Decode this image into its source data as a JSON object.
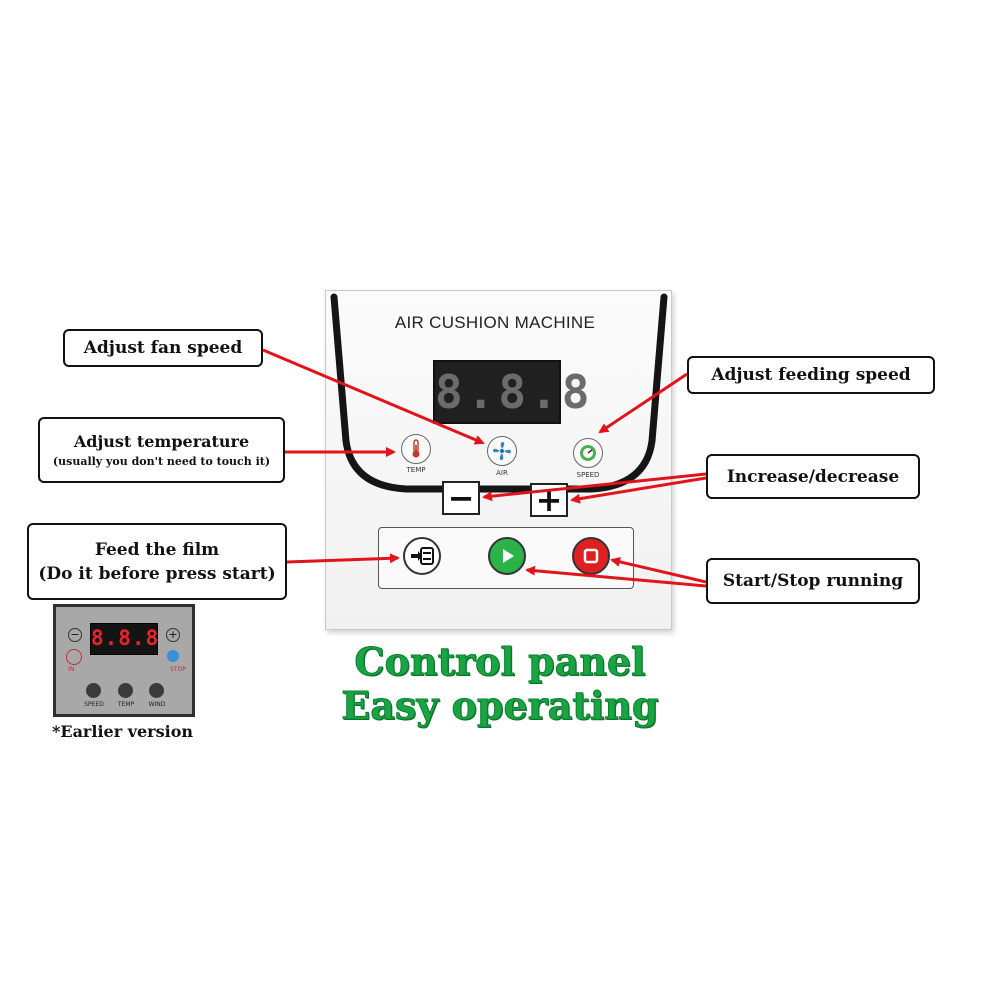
{
  "panel": {
    "title": "AIR CUSHION MACHINE",
    "display_value": "8.8.8",
    "knobs": [
      {
        "icon": "thermometer-icon",
        "label": "TEMP"
      },
      {
        "icon": "fan-icon",
        "label": "AIR"
      },
      {
        "icon": "speedometer-icon",
        "label": "SPEED"
      }
    ],
    "minus_symbol": "−",
    "plus_symbol": "+"
  },
  "callouts": {
    "fan_speed": "Adjust fan speed",
    "temperature": "Adjust temperature",
    "temperature_note": "(usually you don't need to touch it)",
    "feed_film": "Feed the film",
    "feed_film_note": "(Do it before press start)",
    "feeding_speed": "Adjust feeding speed",
    "increase_decrease": "Increase/decrease",
    "start_stop": "Start/Stop running"
  },
  "earlier_panel": {
    "display_value": "8.8.8",
    "minus_symbol": "−",
    "plus_symbol": "+",
    "in_label": "IN",
    "stop_label": "STOP",
    "bottom_labels": [
      "SPEED",
      "TEMP",
      "WIND"
    ]
  },
  "caption": "*Earlier version",
  "headline": [
    "Control panel",
    "Easy operating"
  ],
  "colors": {
    "arrow": "#e0141b",
    "headline_green": "#18a542",
    "start_green": "#2bb34a",
    "stop_red": "#e02020"
  }
}
